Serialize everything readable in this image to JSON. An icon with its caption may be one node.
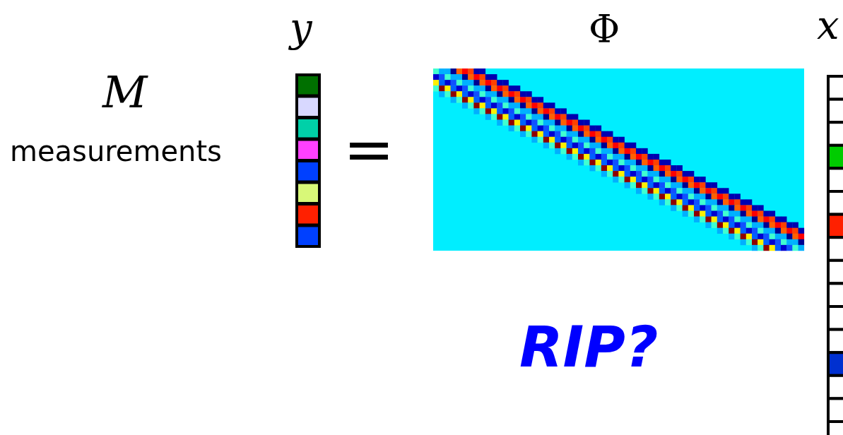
{
  "diagram": {
    "nodes": [
      {
        "text": [
          "y"
        ]
      },
      {
        "text": [
          "Φ"
        ]
      },
      {
        "text": [
          "x"
        ]
      }
    ],
    "labels": [
      "M",
      "measurements",
      "=",
      "RIP?"
    ]
  }
}
